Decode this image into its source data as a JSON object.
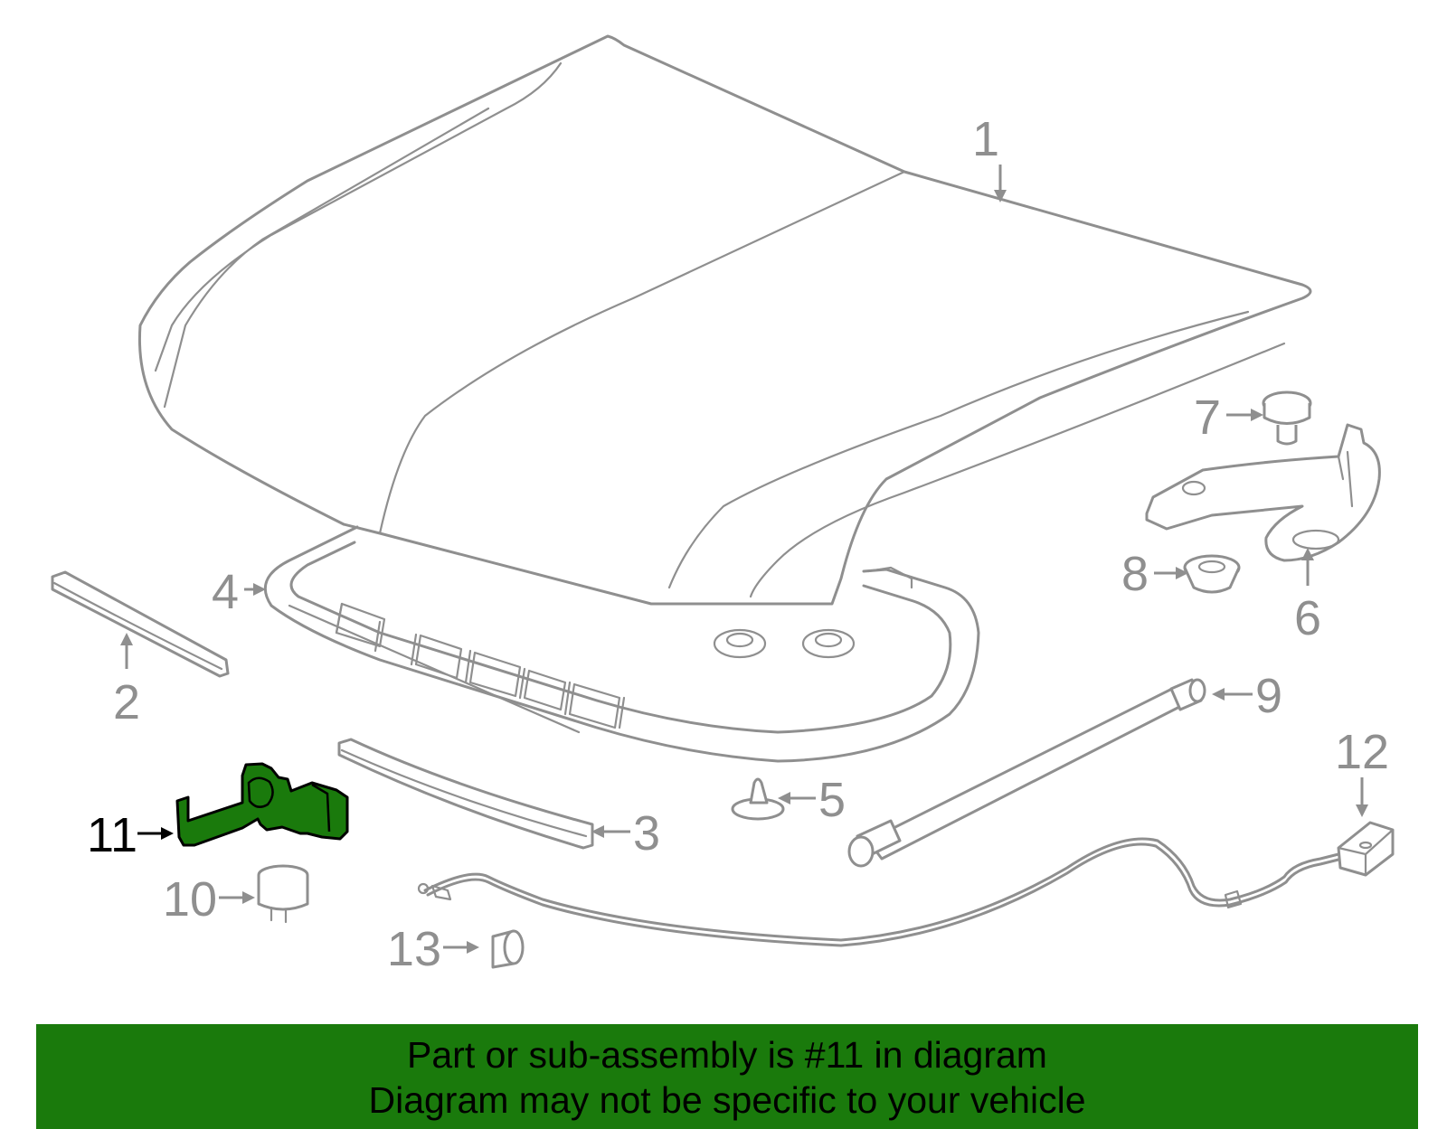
{
  "diagram": {
    "highlight_color": "#1a7a0c",
    "line_color": "#8f8f8f",
    "callouts": [
      {
        "id": "1",
        "label": "1"
      },
      {
        "id": "2",
        "label": "2"
      },
      {
        "id": "3",
        "label": "3"
      },
      {
        "id": "4",
        "label": "4"
      },
      {
        "id": "5",
        "label": "5"
      },
      {
        "id": "6",
        "label": "6"
      },
      {
        "id": "7",
        "label": "7"
      },
      {
        "id": "8",
        "label": "8"
      },
      {
        "id": "9",
        "label": "9"
      },
      {
        "id": "10",
        "label": "10"
      },
      {
        "id": "11",
        "label": "11",
        "highlighted": true
      },
      {
        "id": "12",
        "label": "12"
      },
      {
        "id": "13",
        "label": "13"
      }
    ]
  },
  "banner": {
    "line1": "Part or sub-assembly is #11 in diagram",
    "line2": "Diagram may not be specific to your vehicle"
  }
}
